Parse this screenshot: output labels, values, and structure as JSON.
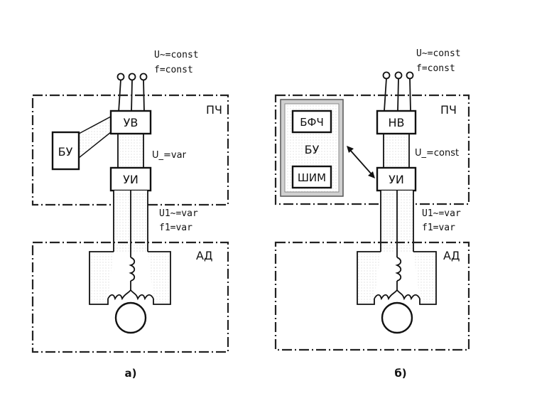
{
  "supply": {
    "voltage": "U~=const",
    "frequency": "f=const"
  },
  "left": {
    "converter_label": "ПЧ",
    "rectifier": "УВ",
    "control_unit": "БУ",
    "inverter": "УИ",
    "dc_voltage": "U_=var",
    "output_voltage": "U1~=var",
    "output_frequency": "f1=var",
    "motor_label": "АД",
    "caption": "а)"
  },
  "right": {
    "converter_label": "ПЧ",
    "rectifier": "НВ",
    "control_unit": "БУ",
    "freq_block": "БФЧ",
    "pwm_block": "ШИМ",
    "inverter": "УИ",
    "dc_voltage": "U_=const",
    "output_voltage": "U1~=var",
    "output_frequency": "f1=var",
    "motor_label": "АД",
    "caption": "б)"
  }
}
